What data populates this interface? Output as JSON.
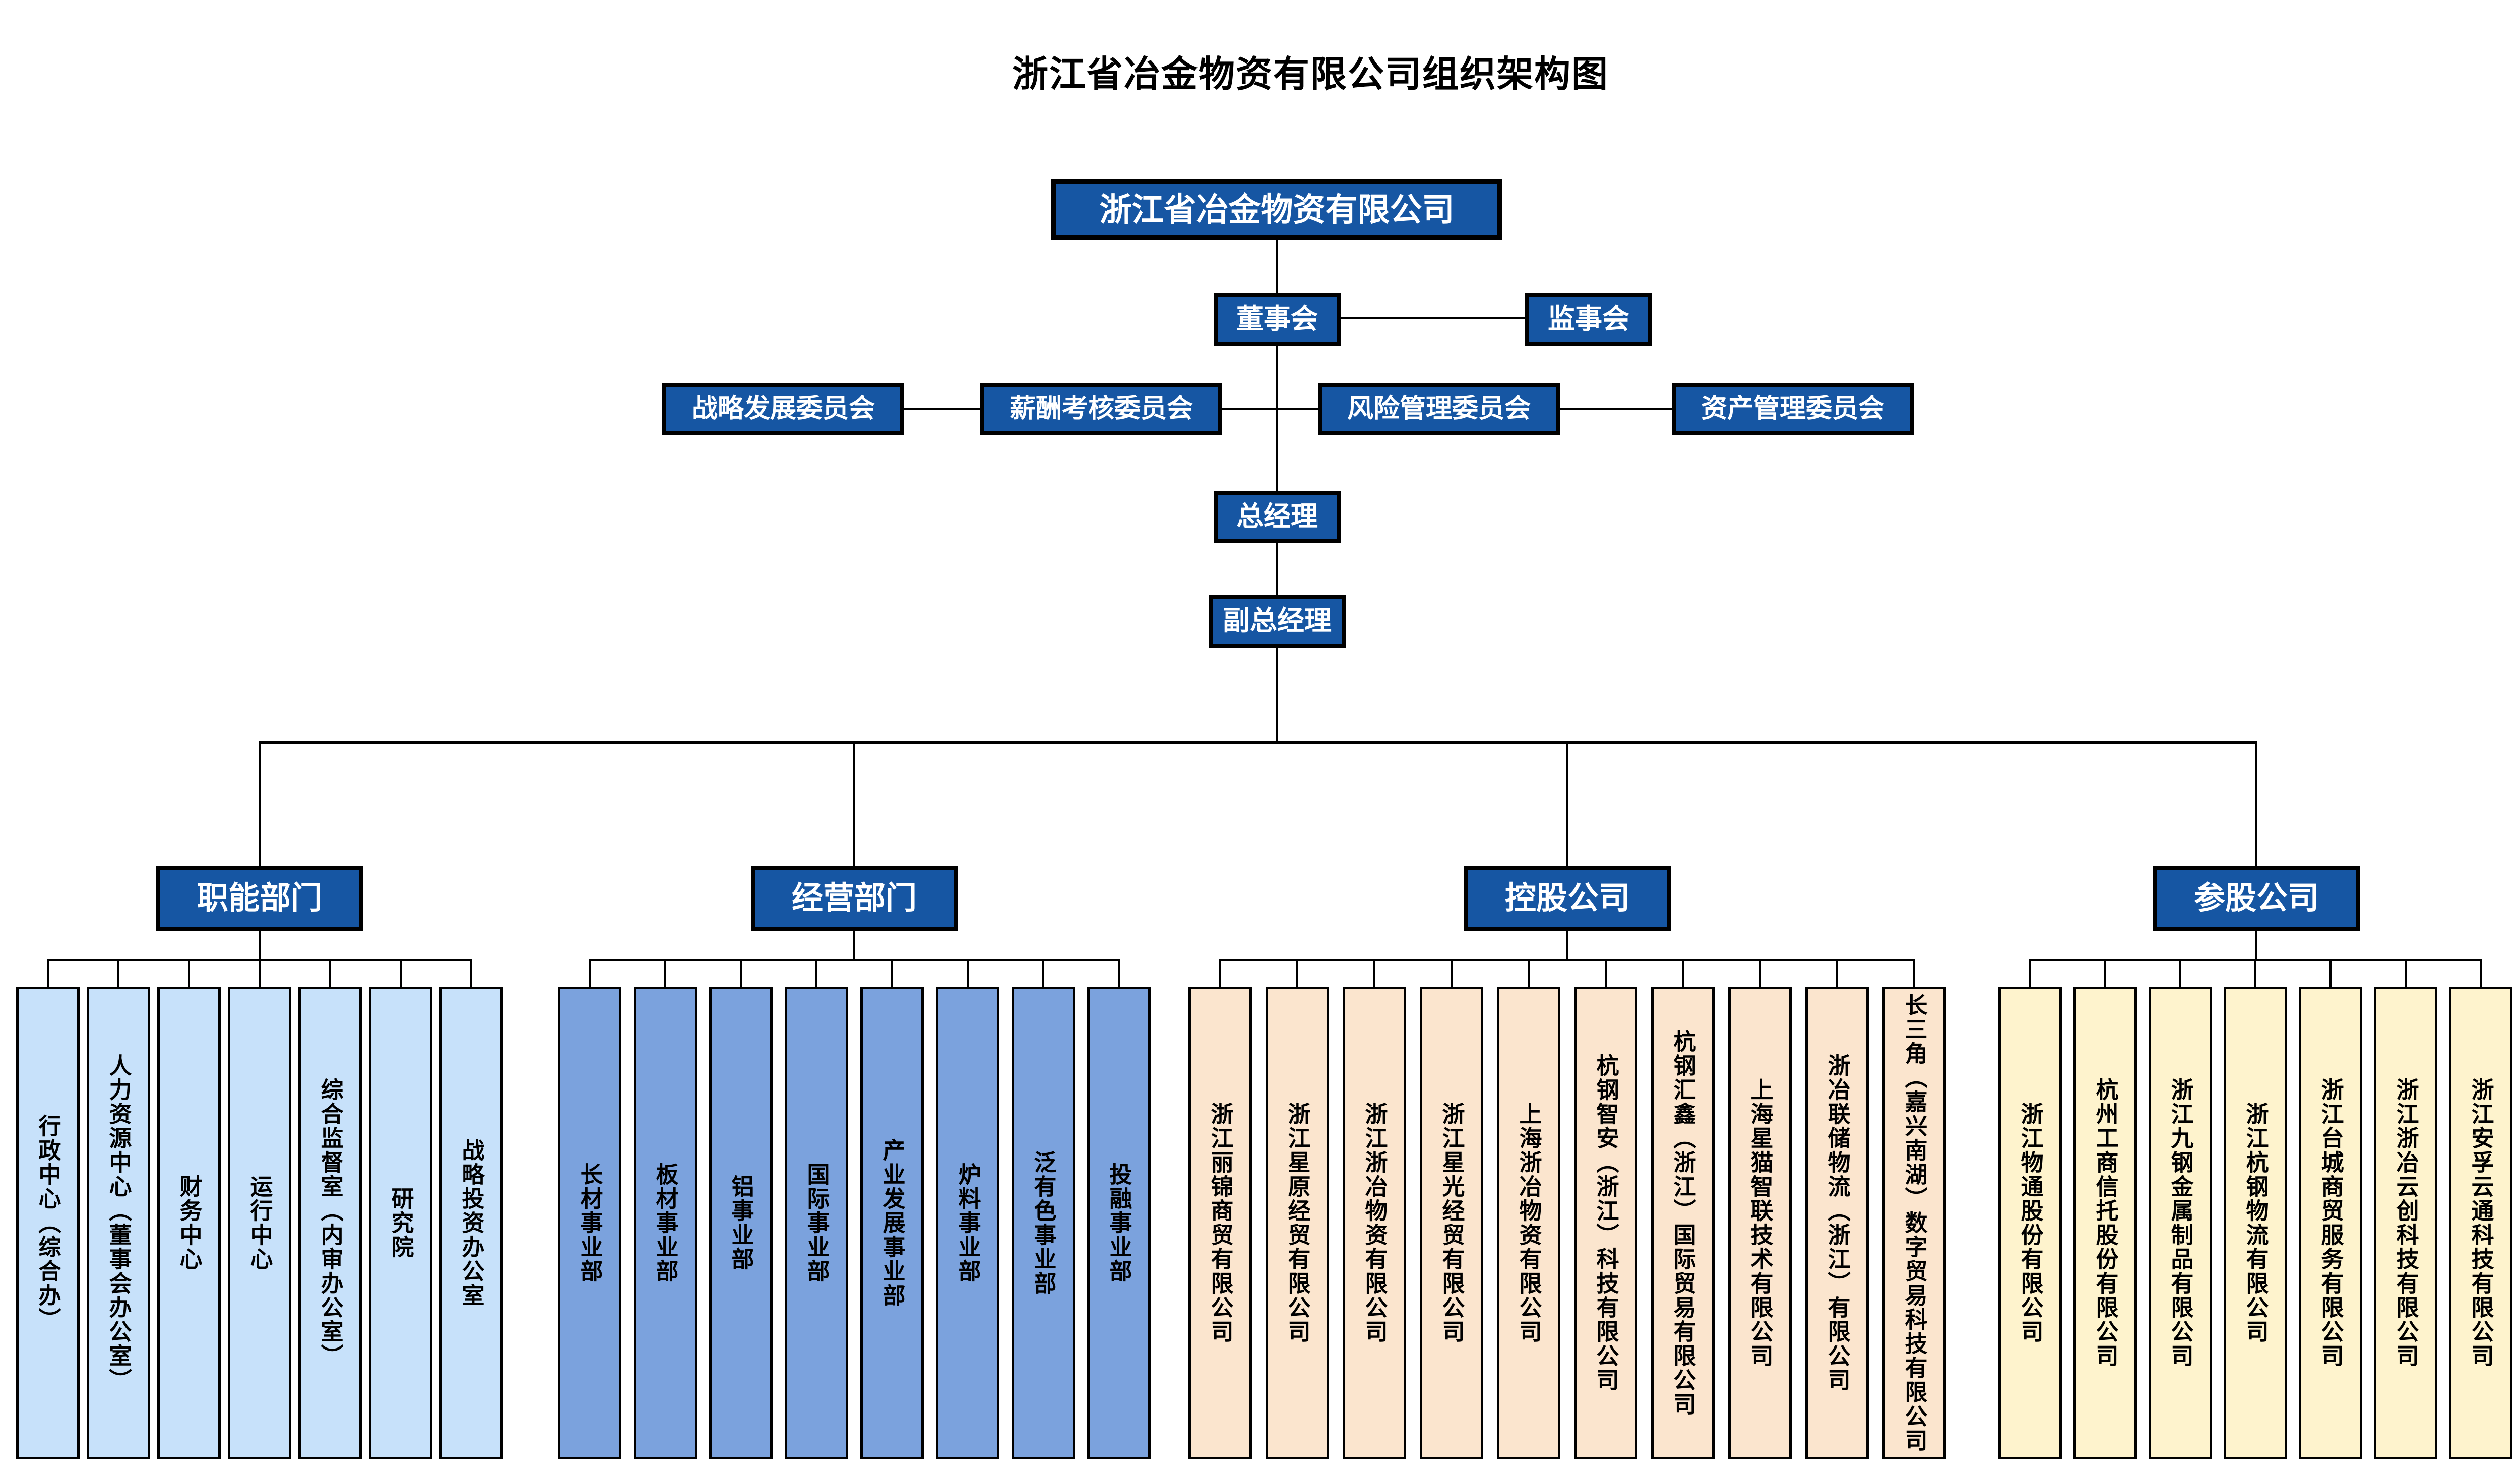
{
  "title": "浙江省冶金物资有限公司组织架构图",
  "root_company": "浙江省冶金物资有限公司",
  "board": "董事会",
  "supervisory_board": "监事会",
  "committees": [
    "战略发展委员会",
    "薪酬考核委员会",
    "风险管理委员会",
    "资产管理委员会"
  ],
  "general_manager": "总经理",
  "deputy_general_manager": "副总经理",
  "groups": [
    {
      "header": "职能部门",
      "fill": "#C7E1FA",
      "children": [
        "行政中心（综合办）",
        "人力资源中心（董事会办公室）",
        "财务中心",
        "运行中心",
        "综合监督室（内审办公室）",
        "研究院",
        "战略投资办公室"
      ]
    },
    {
      "header": "经营部门",
      "fill": "#7BA2DD",
      "children": [
        "长材事业部",
        "板材事业部",
        "铝事业部",
        "国际事业部",
        "产业发展事业部",
        "炉料事业部",
        "泛有色事业部",
        "投融事业部"
      ]
    },
    {
      "header": "控股公司",
      "fill": "#FBE5CE",
      "children": [
        "浙江丽锦商贸有限公司",
        "浙江星原经贸有限公司",
        "浙江浙冶物资有限公司",
        "浙江星光经贸有限公司",
        "上海浙冶物资有限公司",
        "杭钢智安（浙江）科技有限公司",
        "杭钢汇鑫（浙江）国际贸易有限公司",
        "上海星猫智联技术有限公司",
        "浙冶联储物流（浙江）有限公司",
        "长三角（嘉兴南湖）数字贸易科技有限公司"
      ]
    },
    {
      "header": "参股公司",
      "fill": "#FEF3CD",
      "children": [
        "浙江物通股份有限公司",
        "杭州工商信托股份有限公司",
        "浙江九钢金属制品有限公司",
        "浙江杭钢物流有限公司",
        "浙江台城商贸服务有限公司",
        "浙江浙冶云创科技有限公司",
        "浙江安孚云通科技有限公司"
      ]
    }
  ],
  "colors": {
    "box_blue": "#1656A3",
    "light_blue": "#C7E1FA",
    "mid_blue": "#7BA2DD",
    "peach": "#FBE5CE",
    "light_yellow": "#FEF3CD",
    "line_black": "#000000"
  }
}
